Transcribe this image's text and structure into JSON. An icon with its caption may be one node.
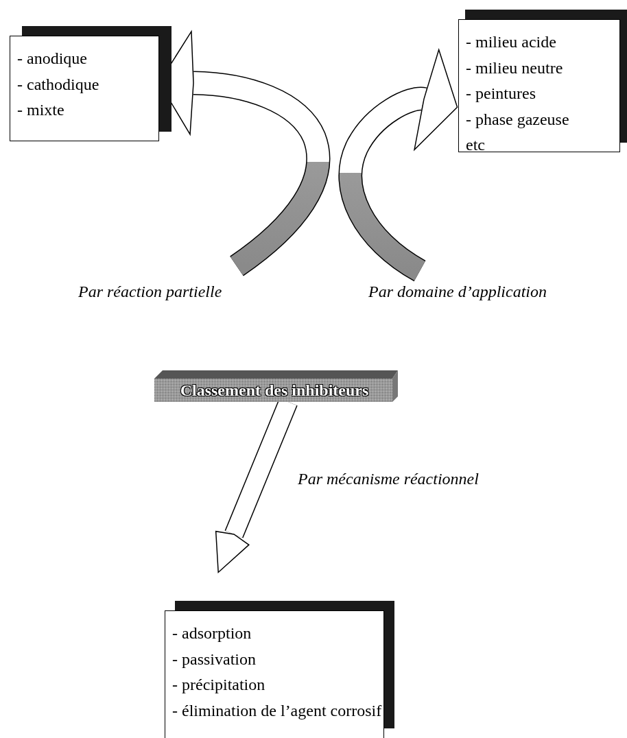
{
  "diagram": {
    "nodes": [
      {
        "text": [
          "- anodique",
          "- cathodique",
          "- mixte"
        ]
      },
      {
        "text": [
          "- milieu acide",
          "- milieu neutre",
          "- peintures",
          "- phase gazeuse",
          "etc"
        ]
      },
      {
        "text": [
          "Classement des inhibiteurs"
        ]
      },
      {
        "text": [
          "- adsorption",
          "- passivation",
          "- précipitation",
          "- élimination de l’agent corrosif"
        ]
      }
    ],
    "edges": [
      {
        "from": null,
        "to": 0,
        "arrow": "to",
        "label": "Par réaction partielle"
      },
      {
        "from": null,
        "to": 1,
        "arrow": "to",
        "label": "Par domaine d’application"
      },
      {
        "from": 2,
        "to": 3,
        "arrow": "to",
        "label": "Par mécanisme réactionnel"
      }
    ]
  }
}
